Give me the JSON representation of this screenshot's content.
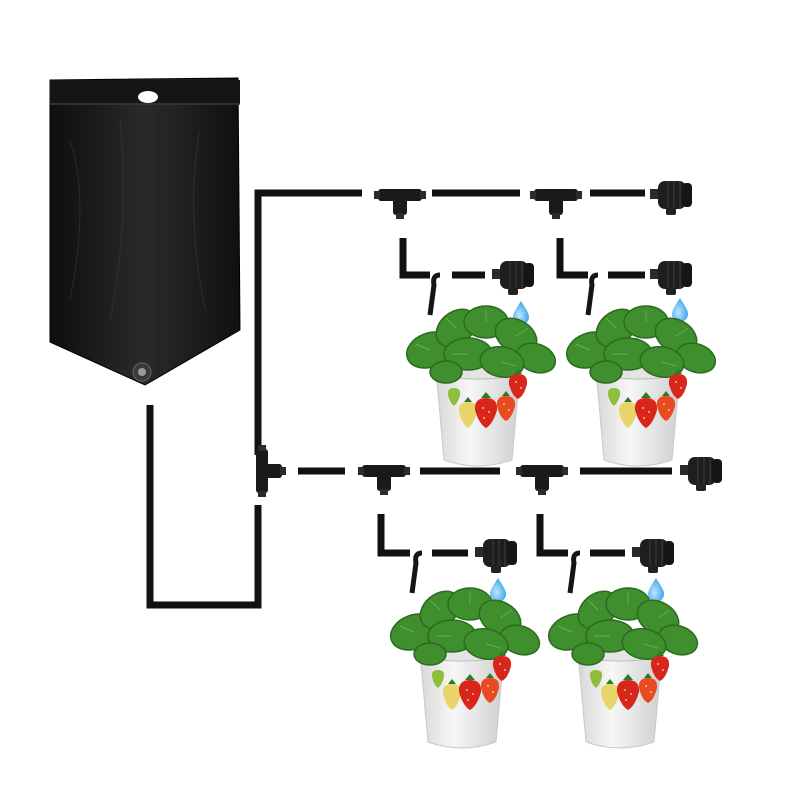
{
  "scene": {
    "description_id": "drip-irrigation-kit",
    "components": {
      "water_bag": {
        "name": "water-bag",
        "color": "#1c1c1c"
      },
      "tubing": {
        "color": "#111111"
      },
      "tee_connector": {
        "color": "#1a1a1a"
      },
      "dripper": {
        "color": "#1e1e1e"
      },
      "water_drop": {
        "color": "#4fb3f0"
      },
      "pot": {
        "color": "#efefef"
      },
      "leaf": {
        "color": "#3f8f2e"
      },
      "strawberry_ripe": {
        "color": "#d9261c"
      },
      "strawberry_unripe": {
        "color": "#e8d46a"
      }
    },
    "plants": [
      {
        "id": "plant-1",
        "row": "top"
      },
      {
        "id": "plant-2",
        "row": "top"
      },
      {
        "id": "plant-3",
        "row": "bottom"
      },
      {
        "id": "plant-4",
        "row": "bottom"
      }
    ]
  }
}
